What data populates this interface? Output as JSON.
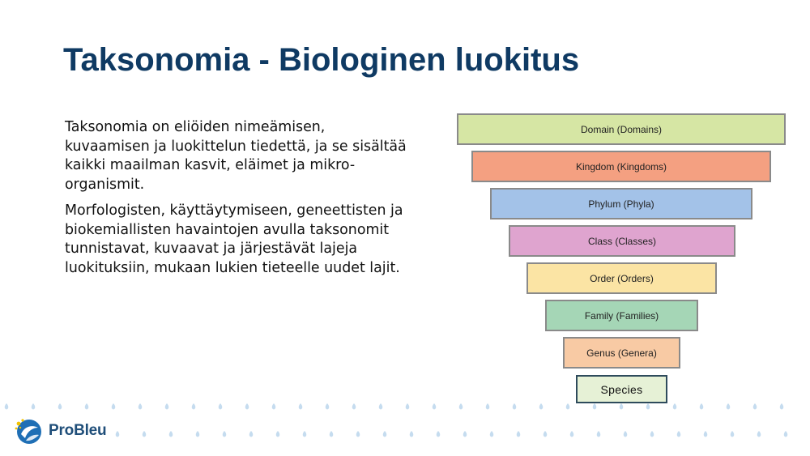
{
  "slide": {
    "title": "Taksonomia - Biologinen luokitus",
    "paragraphs": [
      "Taksonomia on eliöiden nimeämisen, kuvaamisen ja luokittelun tiedettä, ja se sisältää kaikki maailman kasvit, eläimet ja mikro-organismit.",
      "Morfologisten, käyttäytymiseen, geneettisten ja biokemiallisten havaintojen avulla taksonomit tunnistavat, kuvaavat ja järjestävät lajeja luokituksiin, mukaan lukien tieteelle uudet lajit."
    ]
  },
  "hierarchy": {
    "levels": [
      {
        "label": "Domain (Domains)",
        "color": "#d6e6a4"
      },
      {
        "label": "Kingdom (Kingdoms)",
        "color": "#f4a081"
      },
      {
        "label": "Phylum (Phyla)",
        "color": "#a3c2e8"
      },
      {
        "label": "Class (Classes)",
        "color": "#dfa4cf"
      },
      {
        "label": "Order (Orders)",
        "color": "#fbe4a4"
      },
      {
        "label": "Family (Families)",
        "color": "#a5d6b6"
      },
      {
        "label": "Genus (Genera)",
        "color": "#f8caa4"
      },
      {
        "label": "Species",
        "color": "#e6f1d6"
      }
    ]
  },
  "logo": {
    "name": "ProBleu",
    "colors": {
      "blue": "#1f6fb5",
      "yellow": "#f2c200",
      "dots": "#c5dcef"
    }
  }
}
